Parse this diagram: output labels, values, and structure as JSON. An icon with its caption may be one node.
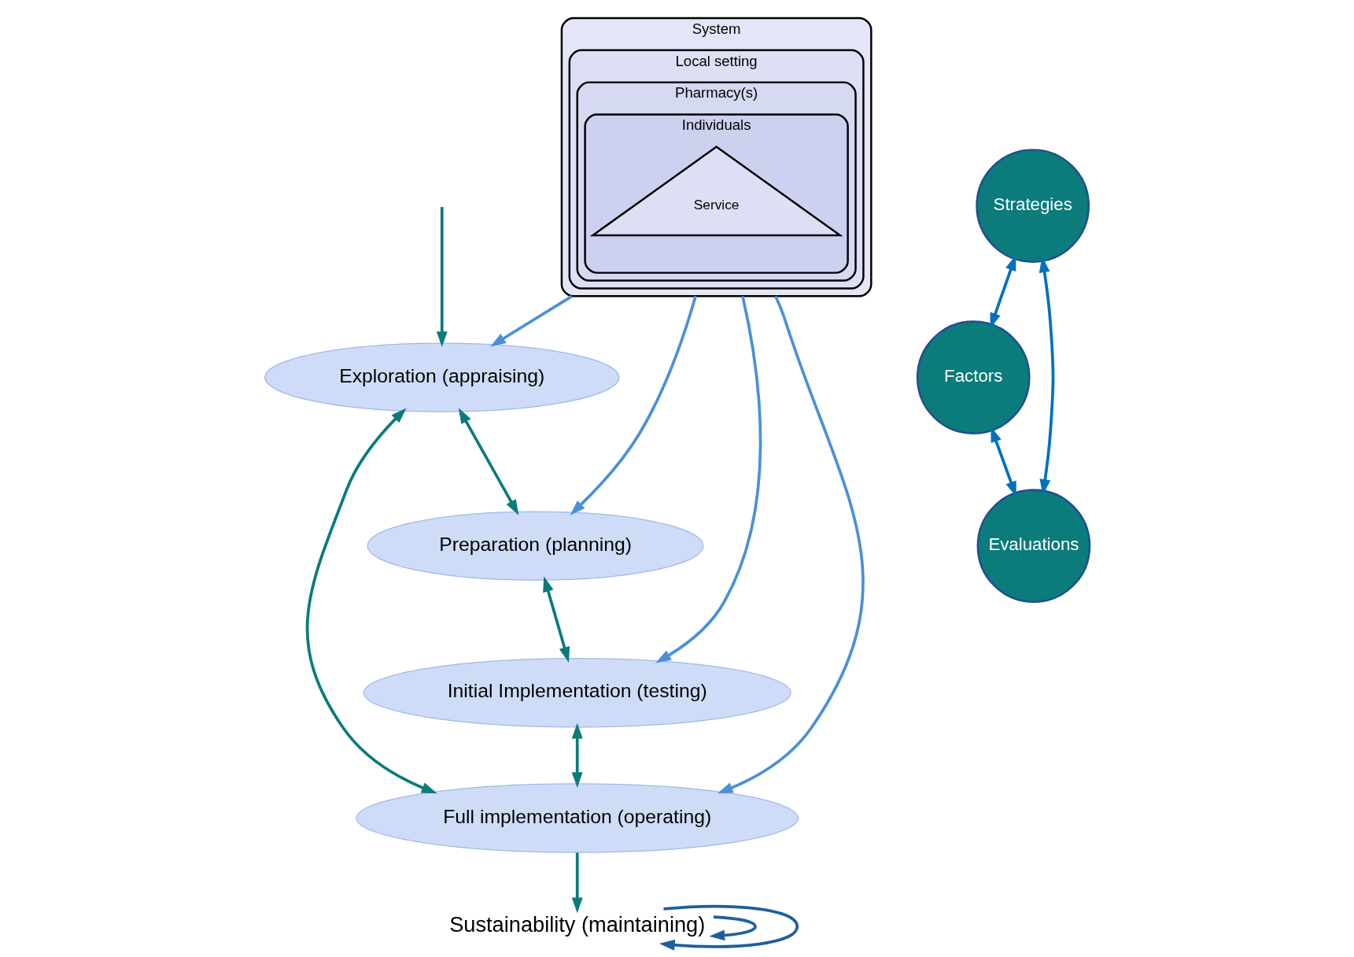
{
  "diagram": {
    "nodes": [
      {
        "text": [
          "Exploration (appraising)"
        ]
      },
      {
        "text": [
          "Preparation (planning)"
        ]
      },
      {
        "text": [
          "Initial Implementation (testing)"
        ]
      },
      {
        "text": [
          "Full implementation (operating)"
        ]
      },
      {
        "text": [
          "Sustainability (maintaining)"
        ]
      },
      {
        "text": [
          "Strategies"
        ]
      },
      {
        "text": [
          "Factors"
        ]
      },
      {
        "text": [
          "Evaluations"
        ]
      },
      {
        "text": [
          "System"
        ]
      },
      {
        "text": [
          "Local setting"
        ],
        "in": 8
      },
      {
        "text": [
          "Pharmacy(s)"
        ],
        "in": 9
      },
      {
        "text": [
          "Individuals"
        ],
        "in": 10
      },
      {
        "text": [
          "Service"
        ],
        "in": 11
      }
    ],
    "edges": [
      {
        "from": null,
        "to": 0,
        "arrow": "to",
        "color": "#0b7b7b"
      },
      {
        "from": 0,
        "to": 1,
        "arrow": "both",
        "color": "#0b7b7b"
      },
      {
        "from": 1,
        "to": 2,
        "arrow": "both",
        "color": "#0b7b7b"
      },
      {
        "from": 2,
        "to": 3,
        "arrow": "both",
        "color": "#0b7b7b"
      },
      {
        "from": 3,
        "to": 0,
        "arrow": "both",
        "color": "#0b7b7b"
      },
      {
        "from": 3,
        "to": 4,
        "arrow": "to",
        "color": "#0b7b7b"
      },
      {
        "from": 4,
        "to": 4,
        "arrow": "to",
        "color": "#1f5f9f"
      },
      {
        "from": 4,
        "to": 4,
        "arrow": "to",
        "color": "#1f5f9f"
      },
      {
        "from": 8,
        "to": 0,
        "arrow": "to",
        "color": "#4a90d9"
      },
      {
        "from": 8,
        "to": 1,
        "arrow": "to",
        "color": "#4a90d9"
      },
      {
        "from": 8,
        "to": 2,
        "arrow": "to",
        "color": "#4a90d9"
      },
      {
        "from": 8,
        "to": 3,
        "arrow": "to",
        "color": "#4a90d9"
      },
      {
        "from": 5,
        "to": 6,
        "arrow": "both",
        "color": "#0070c0"
      },
      {
        "from": 5,
        "to": 7,
        "arrow": "both",
        "color": "#0070c0"
      },
      {
        "from": 6,
        "to": 7,
        "arrow": "both",
        "color": "#0070c0"
      }
    ]
  }
}
